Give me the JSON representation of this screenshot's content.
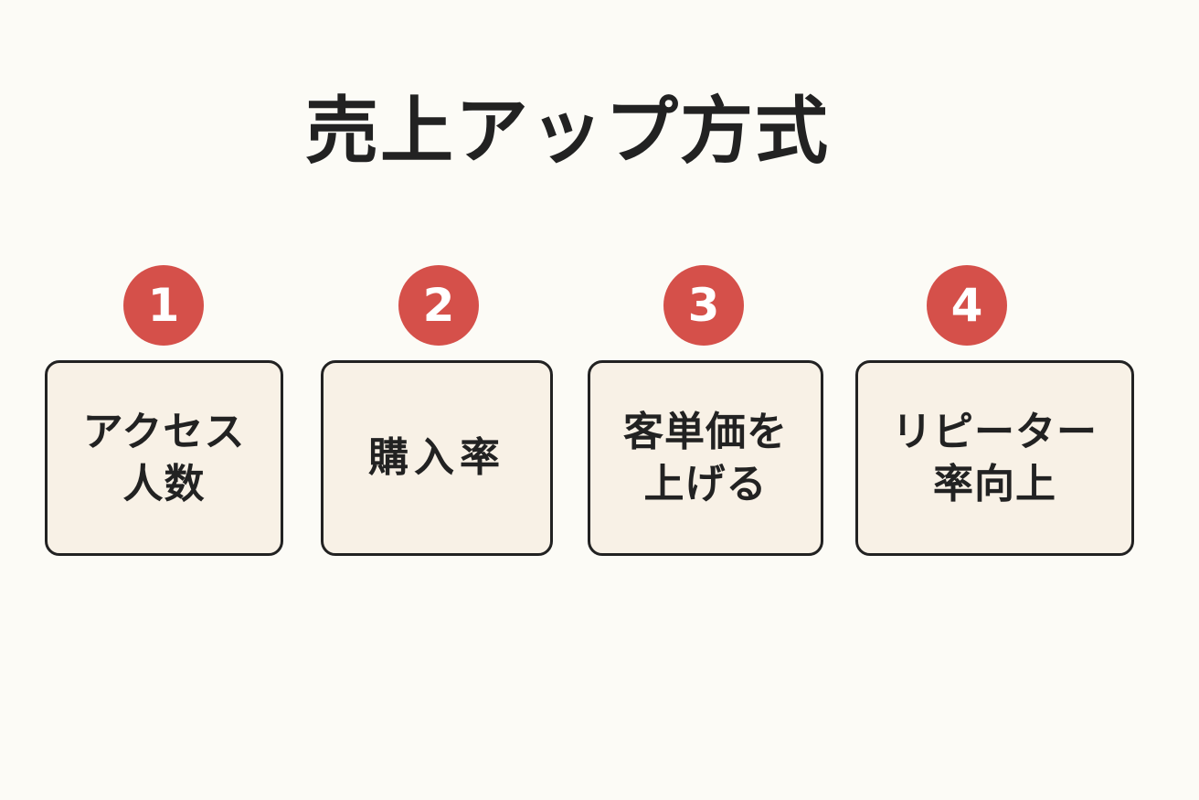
{
  "title": "売上アップ方式",
  "colors": {
    "background": "#fcfbf6",
    "badge": "#d5504a",
    "card_fill": "#f8f1e6",
    "card_border": "#222222",
    "text": "#222222"
  },
  "steps": [
    {
      "number": "1",
      "label": "アクセス\n人数"
    },
    {
      "number": "2",
      "label": "購入率"
    },
    {
      "number": "3",
      "label": "客単価を\n上げる"
    },
    {
      "number": "4",
      "label": "リピーター\n率向上"
    }
  ]
}
